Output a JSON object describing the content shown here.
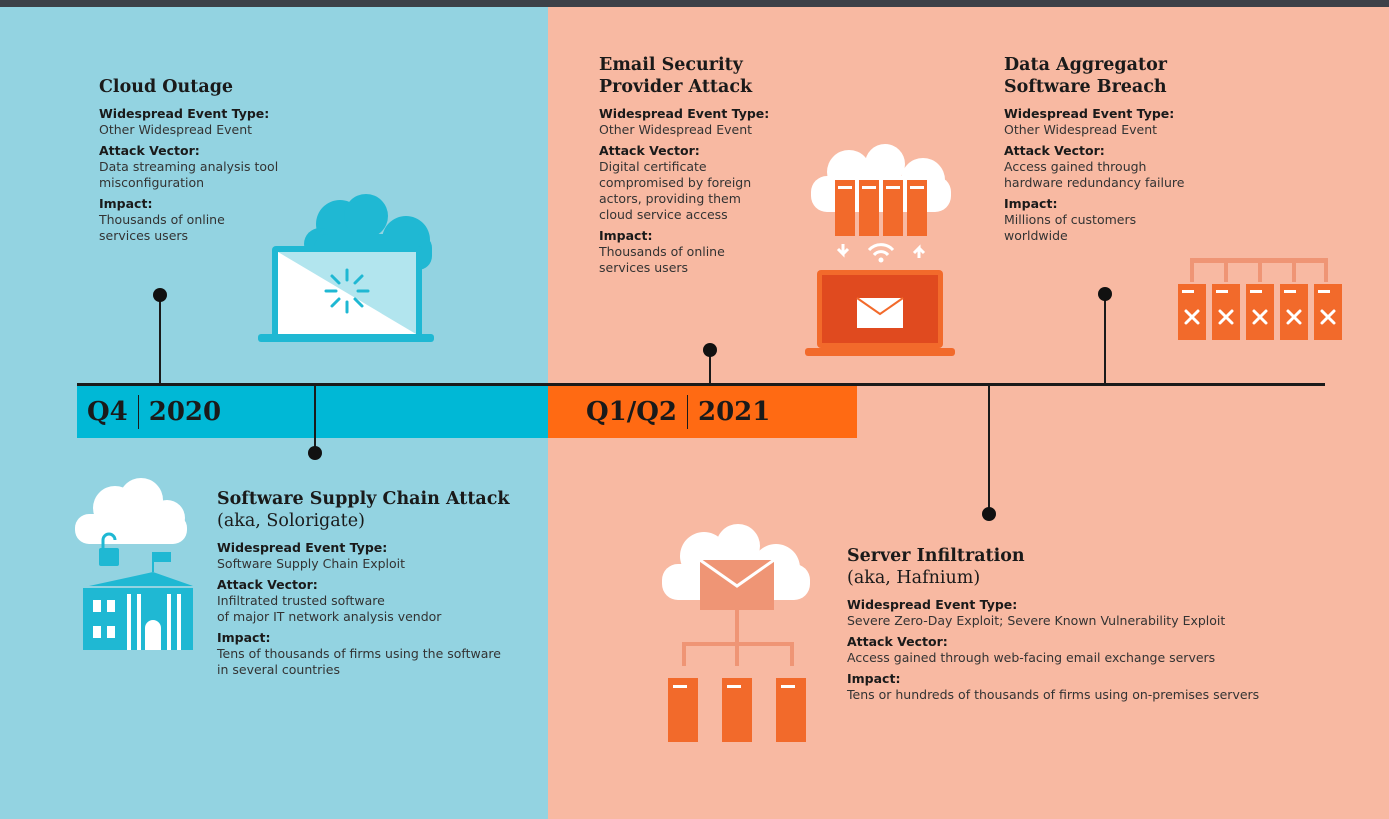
{
  "periods": [
    {
      "quarter": "Q4",
      "year": "2020"
    },
    {
      "quarter": "Q1/Q2",
      "year": "2021"
    }
  ],
  "labels": {
    "event_type": "Widespread Event Type:",
    "vector": "Attack Vector:",
    "impact": "Impact:"
  },
  "events": {
    "cloud_outage": {
      "title": "Cloud Outage",
      "event_type": "Other Widespread Event",
      "vector": [
        "Data streaming analysis tool",
        "misconfiguration"
      ],
      "impact": [
        "Thousands of online",
        "services users"
      ]
    },
    "supply_chain": {
      "title": "Software Supply Chain Attack",
      "aka": "(aka, Solorigate)",
      "event_type": "Software Supply Chain Exploit",
      "vector": [
        "Infiltrated trusted software",
        "of major IT network analysis vendor"
      ],
      "impact": [
        "Tens of thousands of firms using the software",
        "in several countries"
      ]
    },
    "email_security": {
      "title": [
        "Email Security",
        "Provider Attack"
      ],
      "event_type": "Other Widespread Event",
      "vector": [
        "Digital certificate",
        "compromised by foreign",
        "actors, providing them",
        "cloud service access"
      ],
      "impact": [
        "Thousands of online",
        "services users"
      ]
    },
    "data_aggregator": {
      "title": [
        "Data Aggregator",
        "Software Breach"
      ],
      "event_type": "Other Widespread Event",
      "vector": [
        "Access gained through",
        "hardware redundancy failure"
      ],
      "impact": [
        "Millions of customers",
        "worldwide"
      ]
    },
    "server_infiltration": {
      "title": "Server Infiltration",
      "aka": "(aka, Hafnium)",
      "event_type": "Severe Zero-Day Exploit; Severe Known Vulnerability Exploit",
      "vector": "Access gained through web-facing email exchange servers",
      "impact": "Tens or hundreds of thousands of firms using on-premises servers"
    }
  },
  "colors": {
    "left_bg": "#93d3e1",
    "right_bg": "#f8b9a2",
    "q4_band": "#00b8d6",
    "q1q2_band": "#ff6a13",
    "cyan_icon": "#1fb8d3",
    "orange_icon": "#f26a2b",
    "salmon_icon": "#ef9575"
  },
  "icons": [
    "cloud-laptop-loading-icon",
    "cloud-building-lock-icon",
    "cloud-servers-laptop-email-icon",
    "server-rack-failure-icon",
    "cloud-email-server-network-icon"
  ]
}
